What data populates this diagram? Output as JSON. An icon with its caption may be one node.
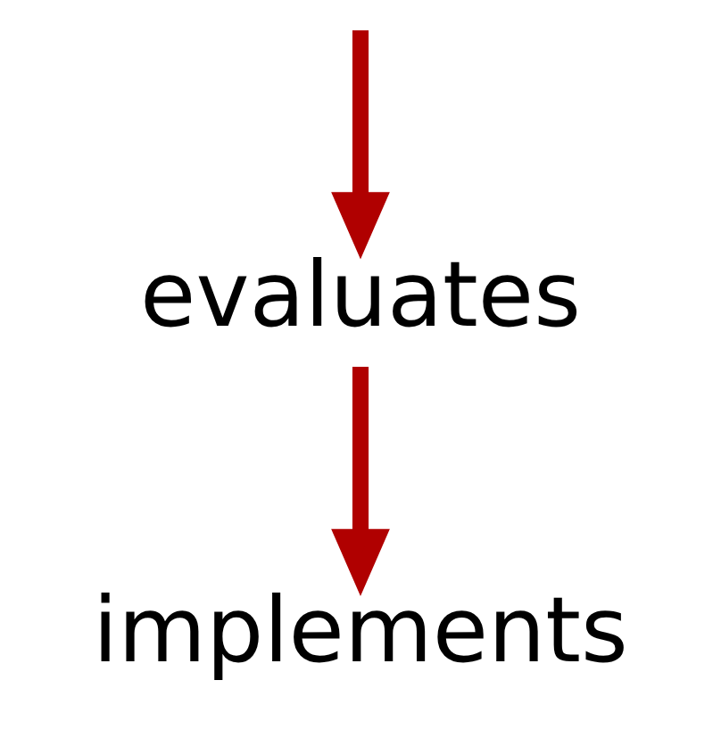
{
  "diagram": {
    "nodes": [
      {
        "text": [
          "implements"
        ]
      },
      {
        "text": [
          "evaluates"
        ]
      }
    ],
    "edges": [
      {
        "from": null,
        "to": 1,
        "arrow": "to"
      },
      {
        "from": 1,
        "to": 0,
        "arrow": "to"
      }
    ]
  }
}
